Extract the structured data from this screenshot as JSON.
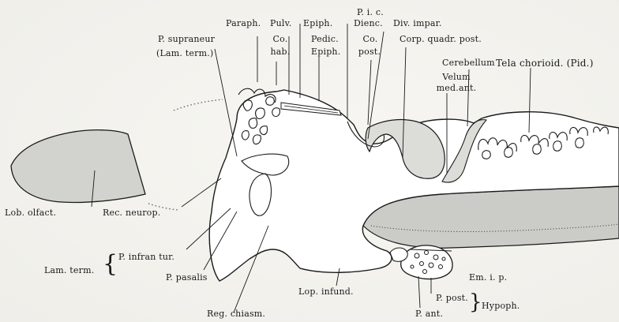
{
  "labels": {
    "paraph": "Paraph.",
    "pulv": "Pulv.",
    "epiph": "Epiph.",
    "pic": "P. i. c.",
    "dienc": "Dienc.",
    "div_impar": "Div. impar.",
    "p_supraneur": "P. supraneur",
    "lam_term_paren": "(Lam. term.)",
    "co_hab_1": "Co.",
    "co_hab_2": "hab.",
    "pedic_1": "Pedic.",
    "pedic_2": "Epiph.",
    "co_post_1": "Co.",
    "co_post_2": "post.",
    "corp_quadr": "Corp. quadr. post.",
    "cerebellum": "Cerebellum",
    "tela": "Tela chorioid. (Pid.)",
    "velum_1": "Velum",
    "velum_2": "med.ant.",
    "lob_olfact": "Lob. olfact.",
    "rec_neurop": "Rec. neurop.",
    "lam_term": "Lam. term.",
    "p_infrantur": "P. infran tur.",
    "p_pasalis": "P. pasalis",
    "lop_infund": "Lop. infund.",
    "reg_chiasm": "Reg. chiasm.",
    "em_ip": "Em. i. p.",
    "p_post": "P. post.",
    "p_ant": "P. ant.",
    "hypoph": "Hypoph."
  },
  "colors": {
    "ink": "#1a1a1a",
    "tissue": "#ffffff",
    "shade": "#c9cac6",
    "shade_light": "#dcddd8"
  }
}
